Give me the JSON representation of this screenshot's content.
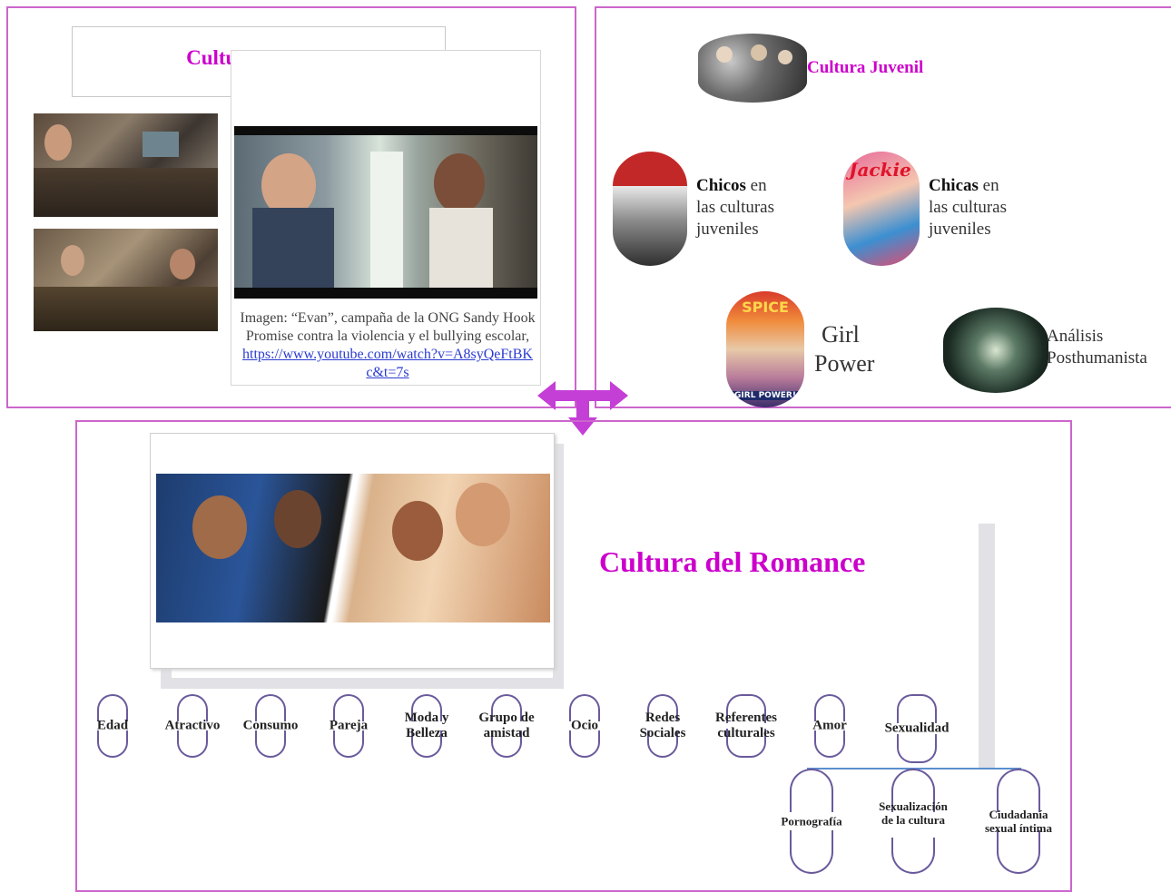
{
  "school": {
    "title": "Cultura Escolar",
    "caption_line1": "Imagen: “Evan”, campaña de la ONG Sandy Hook",
    "caption_line2": "Promise contra  la violencia y el bullying escolar,",
    "caption_link_line1": "https://www.youtube.com/watch?v=A8syQeFtBK",
    "caption_link_line2": "c&t=7s"
  },
  "youth": {
    "title": "Cultura Juvenil",
    "boys_bold": "Chicos",
    "boys_rest1": " en",
    "boys_line2": "las culturas",
    "boys_line3": "juveniles",
    "girls_bold": "Chicas",
    "girls_rest1": " en",
    "girls_line2": "las culturas",
    "girls_line3": "juveniles",
    "girl_power_line1": "Girl",
    "girl_power_line2": "Power",
    "posthuman_line1": "Análisis",
    "posthuman_line2": "Posthumanista",
    "magazine_title": "Jackie",
    "spice_title": "SPICE",
    "spice_sub": "GIRL POWER!"
  },
  "romance": {
    "title": "Cultura del Romance",
    "topics": [
      "Edad",
      "Atractivo",
      "Consumo",
      "Pareja",
      "Moda y\nBelleza",
      "Grupo de\namistad",
      "Ocio",
      "Redes\nSociales",
      "Referentes\nculturales",
      "Amor",
      "Sexualidad"
    ],
    "subtopics": [
      "Pornografía",
      "Sexualización\nde la cultura",
      "Ciudadanía\nsexual íntima"
    ]
  },
  "colors": {
    "accent": "#cc00cc",
    "frame": "#cc66cc",
    "arrow": "#c43fd6",
    "oval": "#6a5a9c",
    "connector": "#5b8fcf",
    "link": "#2a3bd0"
  }
}
